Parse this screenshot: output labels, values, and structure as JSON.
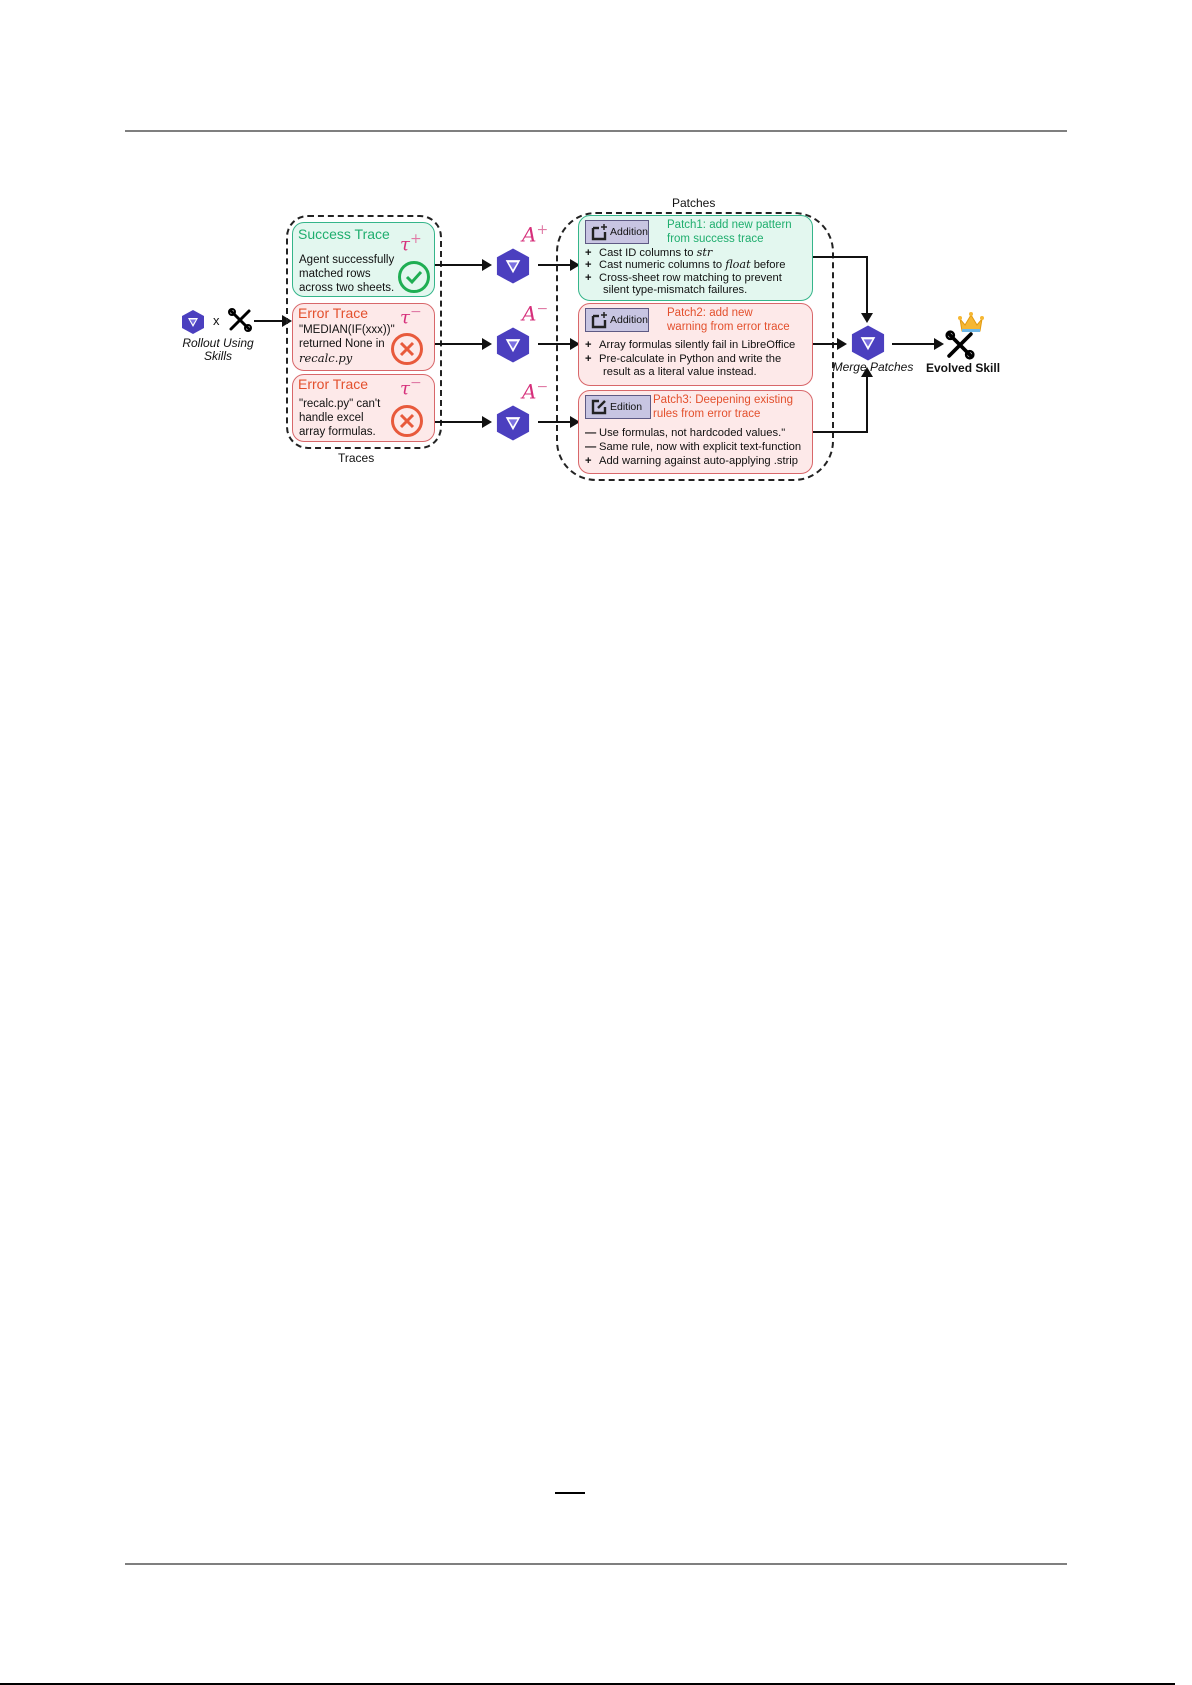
{
  "figure": {
    "rollout": {
      "connector": "x",
      "caption": "Rollout Using Skills",
      "caption_line1": "Rollout Using",
      "caption_line2": "Skills"
    },
    "traces_group_label": "Traces",
    "traces": [
      {
        "kind": "success",
        "title": "Success Trace",
        "lines": [
          "Agent successfully",
          "matched rows",
          "across two sheets."
        ],
        "tau": "τ",
        "tau_sign": "+",
        "status_icon": "check-circle-icon"
      },
      {
        "kind": "error",
        "title": "Error Trace",
        "lines": [
          "\"MEDIAN(IF(xxx))\"",
          "returned None in",
          "recalc.py"
        ],
        "tau": "τ",
        "tau_sign": "−",
        "status_icon": "x-circle-icon"
      },
      {
        "kind": "error",
        "title": "Error Trace",
        "lines": [
          "\"recalc.py\" can't",
          "handle excel",
          "array formulas."
        ],
        "tau": "τ",
        "tau_sign": "−",
        "status_icon": "x-circle-icon"
      }
    ],
    "analyzers": [
      {
        "label": "A",
        "sign": "+"
      },
      {
        "label": "A",
        "sign": "−"
      },
      {
        "label": "A",
        "sign": "−"
      }
    ],
    "patches_group_label": "Patches",
    "patches": [
      {
        "kind": "success",
        "badge": "Addition",
        "badge_icon": "add-file-icon",
        "title_line1": "Patch1: add new pattern",
        "title_line2": "from success trace",
        "lines": [
          {
            "sym": "+",
            "text": "Cast ID columns to ",
            "math": "str",
            "after": ""
          },
          {
            "sym": "+",
            "text": "Cast numeric columns to ",
            "math": "float",
            "after": " before"
          },
          {
            "sym": "+",
            "text": "Cross-sheet row matching to prevent",
            "math": "",
            "after": ""
          },
          {
            "sym": "",
            "text": "silent type-mismatch failures.",
            "math": "",
            "after": ""
          }
        ]
      },
      {
        "kind": "error",
        "badge": "Addition",
        "badge_icon": "add-file-icon",
        "title_line1": "Patch2: add new",
        "title_line2": "warning from error trace",
        "lines": [
          {
            "sym": "+",
            "text": "Array formulas silently fail in LibreOffice"
          },
          {
            "sym": "+",
            "text": "Pre-calculate in Python and write the"
          },
          {
            "sym": "",
            "text": "result as a literal value instead."
          }
        ]
      },
      {
        "kind": "error",
        "badge": "Edition",
        "badge_icon": "edit-icon",
        "title_line1": "Patch3: Deepening existing",
        "title_line2": "rules from error trace",
        "lines": [
          {
            "sym": "—",
            "text": "Use formulas, not hardcoded values.\""
          },
          {
            "sym": "—",
            "text": "Same rule, now with explicit text-function"
          },
          {
            "sym": "+",
            "text": "Add warning against auto-applying .strip"
          }
        ]
      }
    ],
    "merge_label": "Merge Patches",
    "output_label": "Evolved Skill"
  },
  "colors": {
    "success": "#1fae6e",
    "error": "#e3502d",
    "success_bg": "#e3f7ef",
    "error_bg": "#fde9e9",
    "accent_pink": "#d6307b",
    "logo_purple": "#4b3fbf",
    "badge_bg": "#c8c5e2"
  }
}
